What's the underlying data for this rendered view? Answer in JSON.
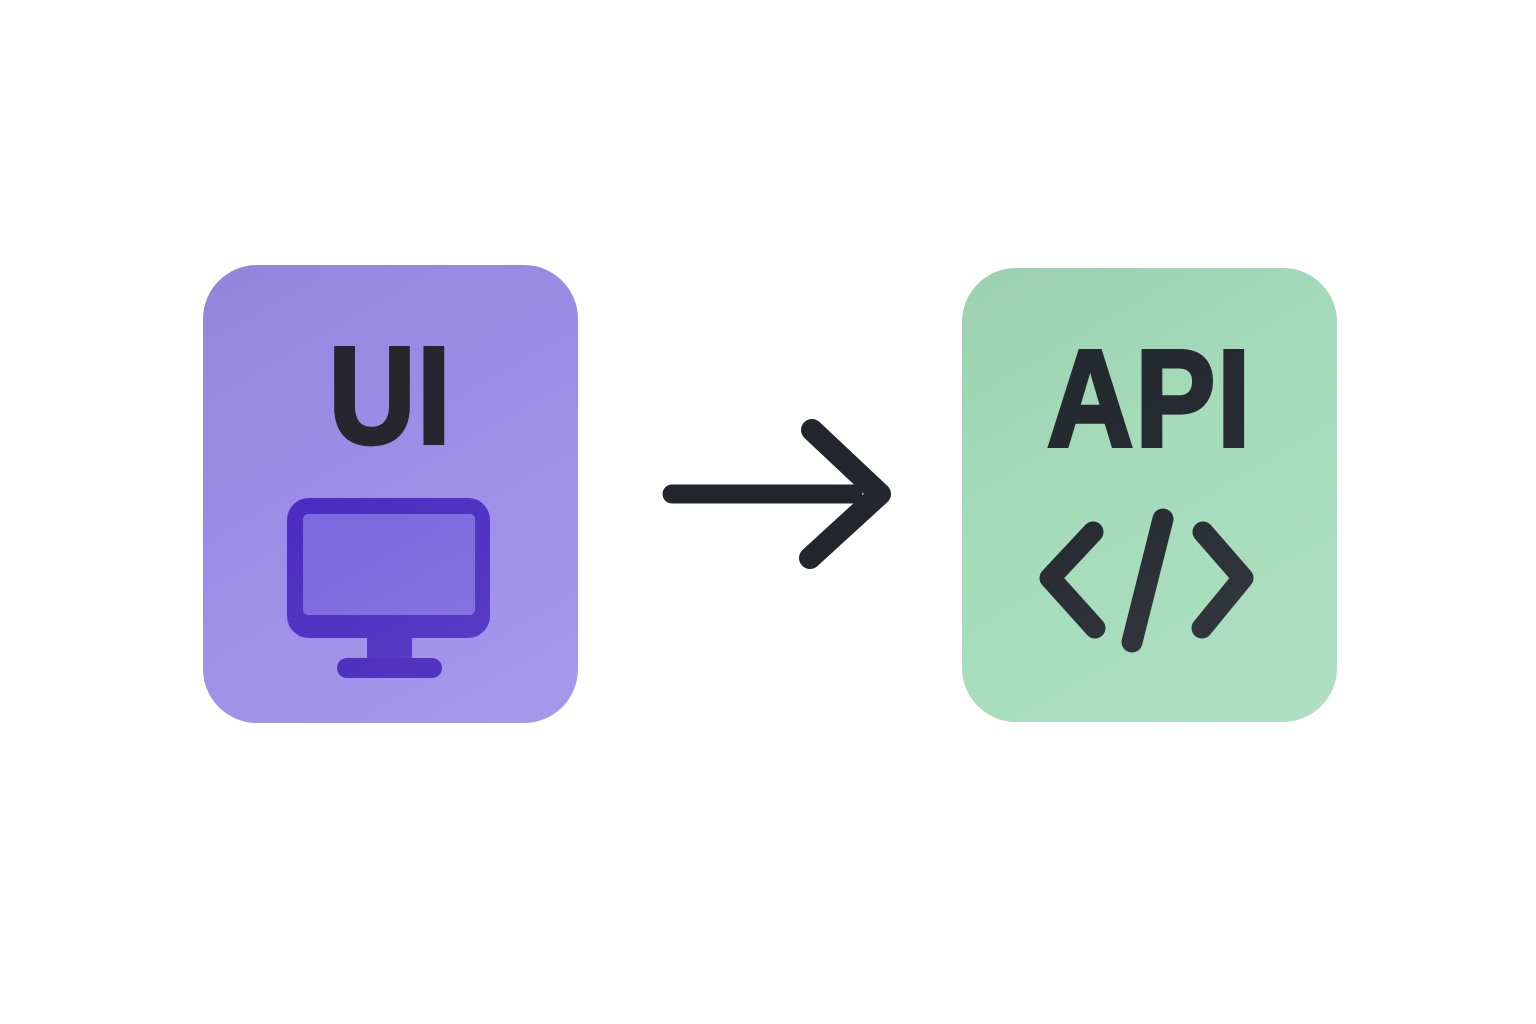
{
  "page": {
    "background_color": "#FFFFFF"
  },
  "diagram": {
    "ui_card": {
      "label": "UI",
      "background_color": "#9C8DE8",
      "text_color": "#27262E",
      "monitor_icon": {
        "bezel_color": "#4B2EC1",
        "screen_color": "#7C69DE",
        "base_color": "#4527BC"
      }
    },
    "arrow": {
      "direction": "right",
      "color": "#23262C"
    },
    "api_card": {
      "label": "API",
      "background_color": "#A5DCBA",
      "text_color": "#262A31",
      "code_icon": {
        "glyph": "</>",
        "color": "#262A31"
      }
    }
  }
}
